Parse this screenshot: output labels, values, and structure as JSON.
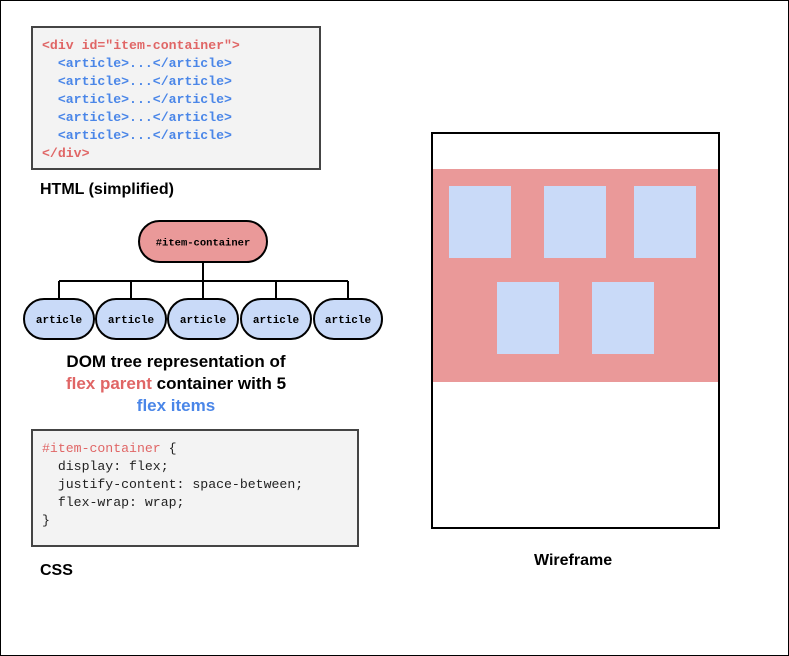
{
  "html_code": {
    "open_tag": "<div id=\"item-container\">",
    "article_line": "<article>...</article>",
    "close_tag": "</div>"
  },
  "html_caption": "HTML (simplified)",
  "dom_tree": {
    "root": "#item-container",
    "children": [
      "article",
      "article",
      "article",
      "article",
      "article"
    ]
  },
  "dom_caption": {
    "line1": "DOM tree representation of",
    "flex_parent": "flex parent",
    "line2_rest": " container with 5",
    "flex_items": "flex items"
  },
  "css_code": {
    "selector": "#item-container",
    "open_brace": " {",
    "decl1": "  display: flex;",
    "decl2": "  justify-content: space-between;",
    "decl3": "  flex-wrap: wrap;",
    "close_brace": "}"
  },
  "css_caption": "CSS",
  "wireframe_caption": "Wireframe",
  "colors": {
    "flex_parent": "#e06666",
    "flex_item": "#4a86e8",
    "container_fill": "#ea9999",
    "item_fill": "#c9daf8"
  }
}
